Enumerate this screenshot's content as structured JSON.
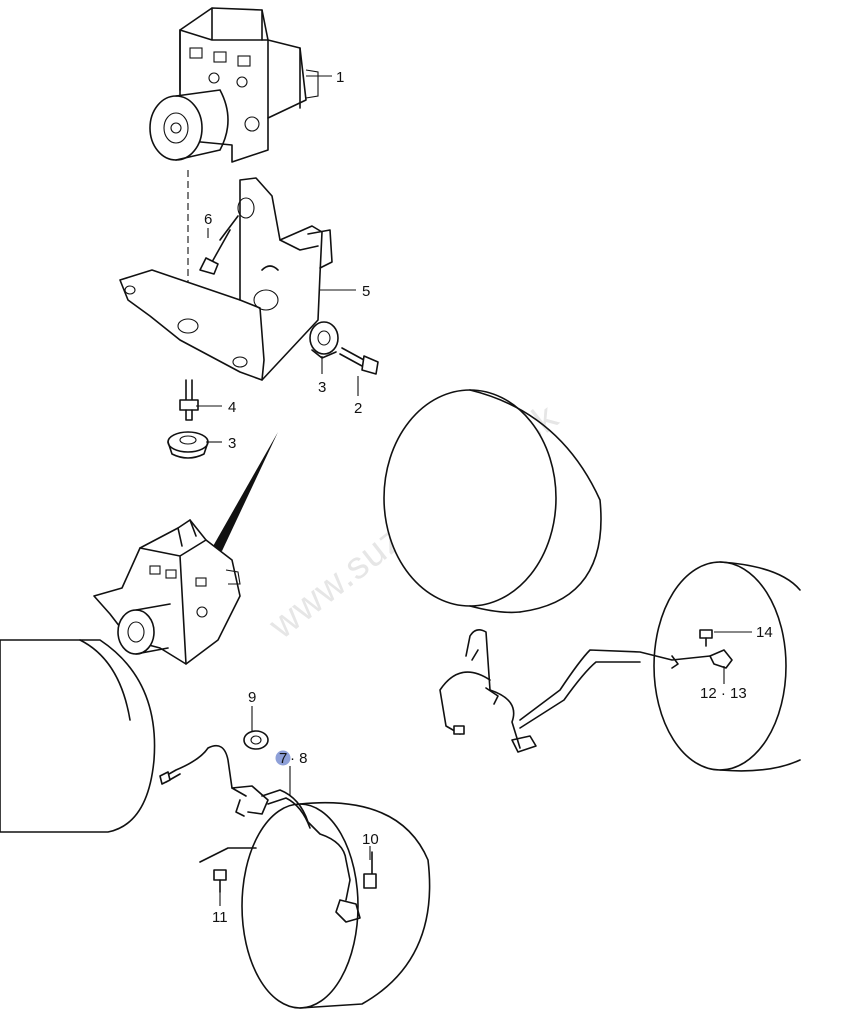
{
  "watermark": "www.suzuki-diely.sk",
  "callouts": {
    "c1": "1",
    "c2": "2",
    "c3a": "3",
    "c3b": "3",
    "c4": "4",
    "c5": "5",
    "c6": "6",
    "c7": "7",
    "c8": "· 8",
    "c9": "9",
    "c10": "10",
    "c11": "11",
    "c12_13": "12 · 13",
    "c14": "14"
  },
  "colors": {
    "highlight": "#8ea0d8",
    "watermark": "#e6e6e6",
    "line": "#111111"
  }
}
